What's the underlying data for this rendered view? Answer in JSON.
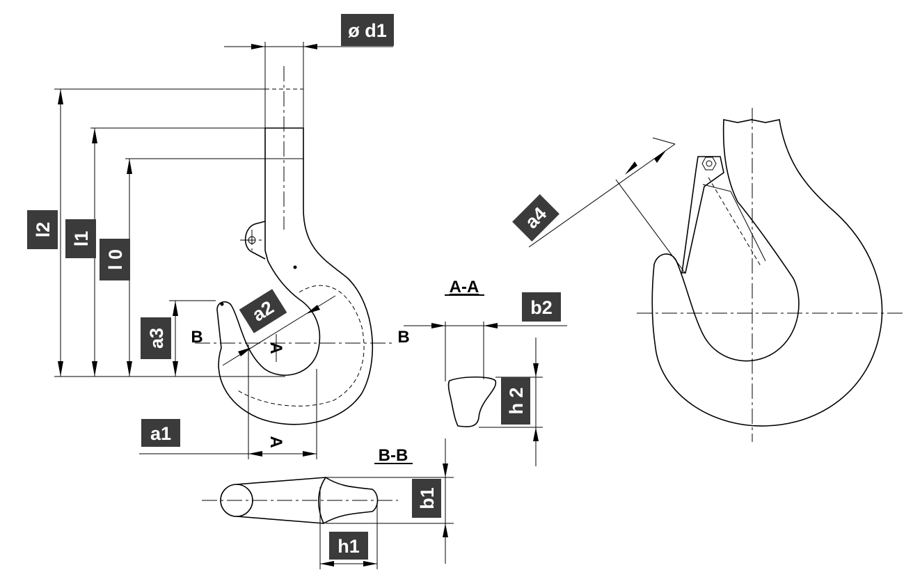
{
  "dimension_labels": {
    "d1": "ø d1",
    "l2": "l2",
    "l1": "l1",
    "l0": "l 0",
    "a1": "a1",
    "a2": "a2",
    "a3": "a3",
    "a4": "a4",
    "b1": "b1",
    "b2": "b2",
    "h1": "h1",
    "h2": "h 2"
  },
  "section_titles": {
    "aa": "A-A",
    "bb": "B-B"
  },
  "section_markers": {
    "b_left": "B",
    "b_right": "B",
    "a_upper": "A",
    "a_lower": "A"
  }
}
